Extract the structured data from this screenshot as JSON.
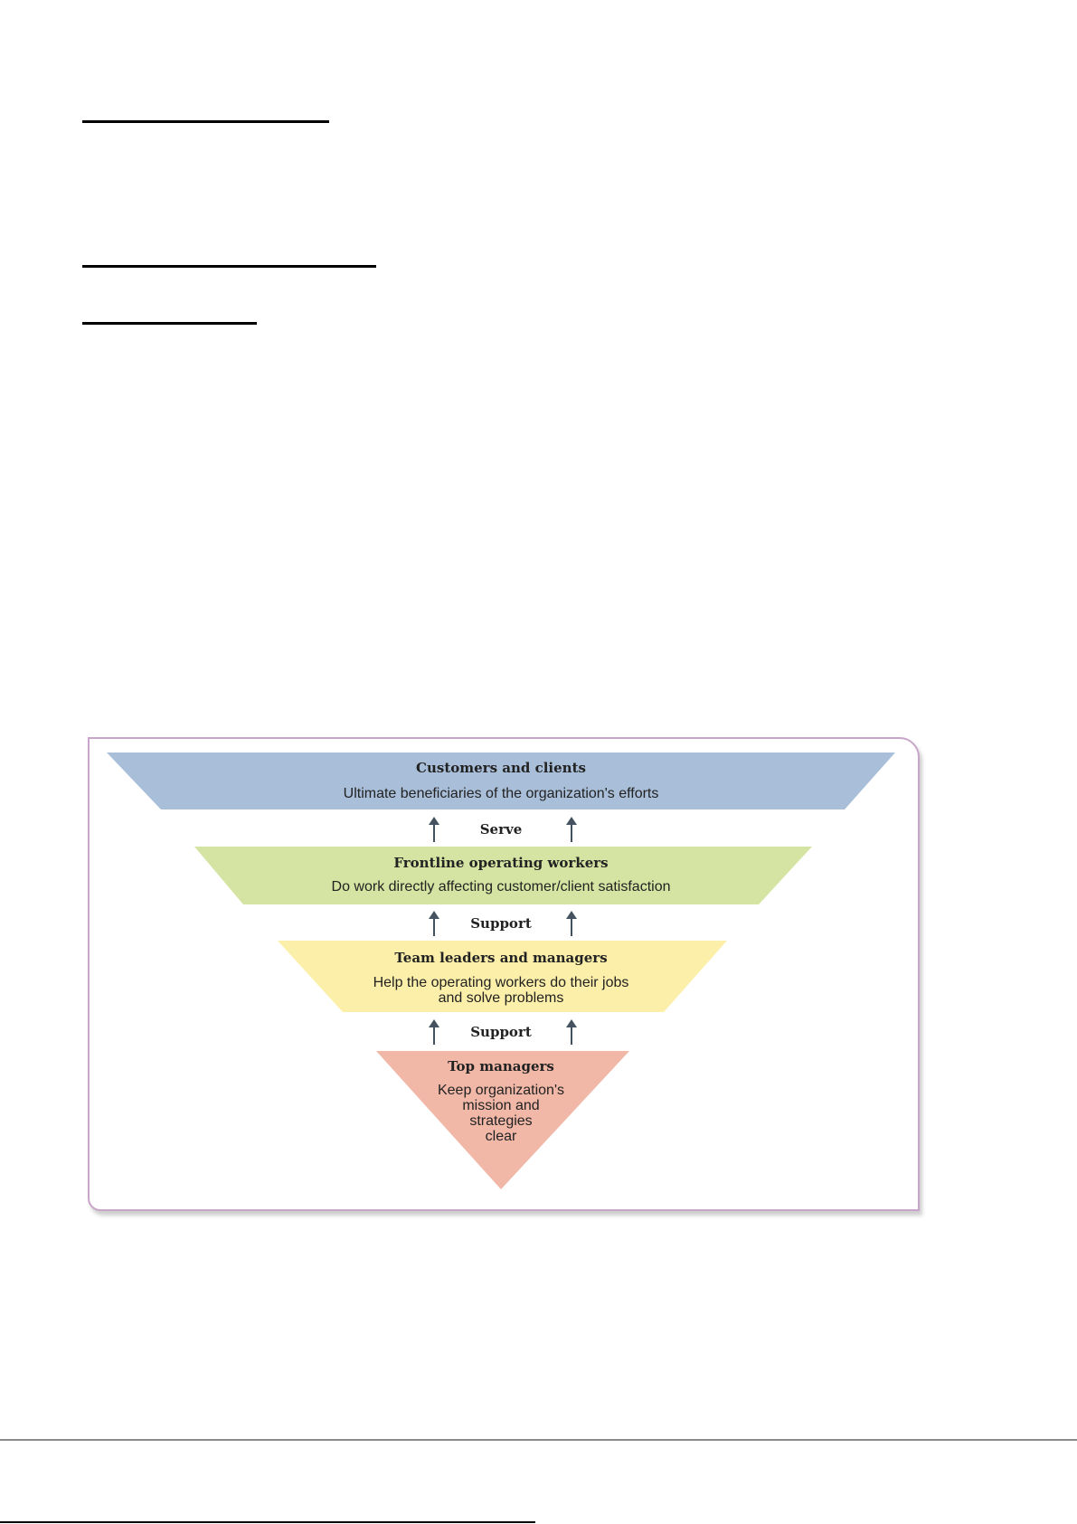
{
  "diagram": {
    "colors": {
      "customers": "#a9bfd9",
      "frontline": "#d5e4a2",
      "team": "#fcefa9",
      "top": "#f1b8a8",
      "arrow": "#44535f",
      "frame": "#c9a6c9"
    },
    "levels": [
      {
        "title": "Customers and clients",
        "desc": "Ultimate beneficiaries of the organization's efforts"
      },
      {
        "title": "Frontline operating workers",
        "desc": "Do work directly affecting customer/client satisfaction"
      },
      {
        "title": "Team leaders and managers",
        "desc_lines": [
          "Help the operating workers do their jobs",
          "and solve problems"
        ]
      },
      {
        "title": "Top managers",
        "desc_lines": [
          "Keep organization's",
          "mission and",
          "strategies",
          "clear"
        ]
      }
    ],
    "connectors": [
      "Serve",
      "Support",
      "Support"
    ]
  }
}
